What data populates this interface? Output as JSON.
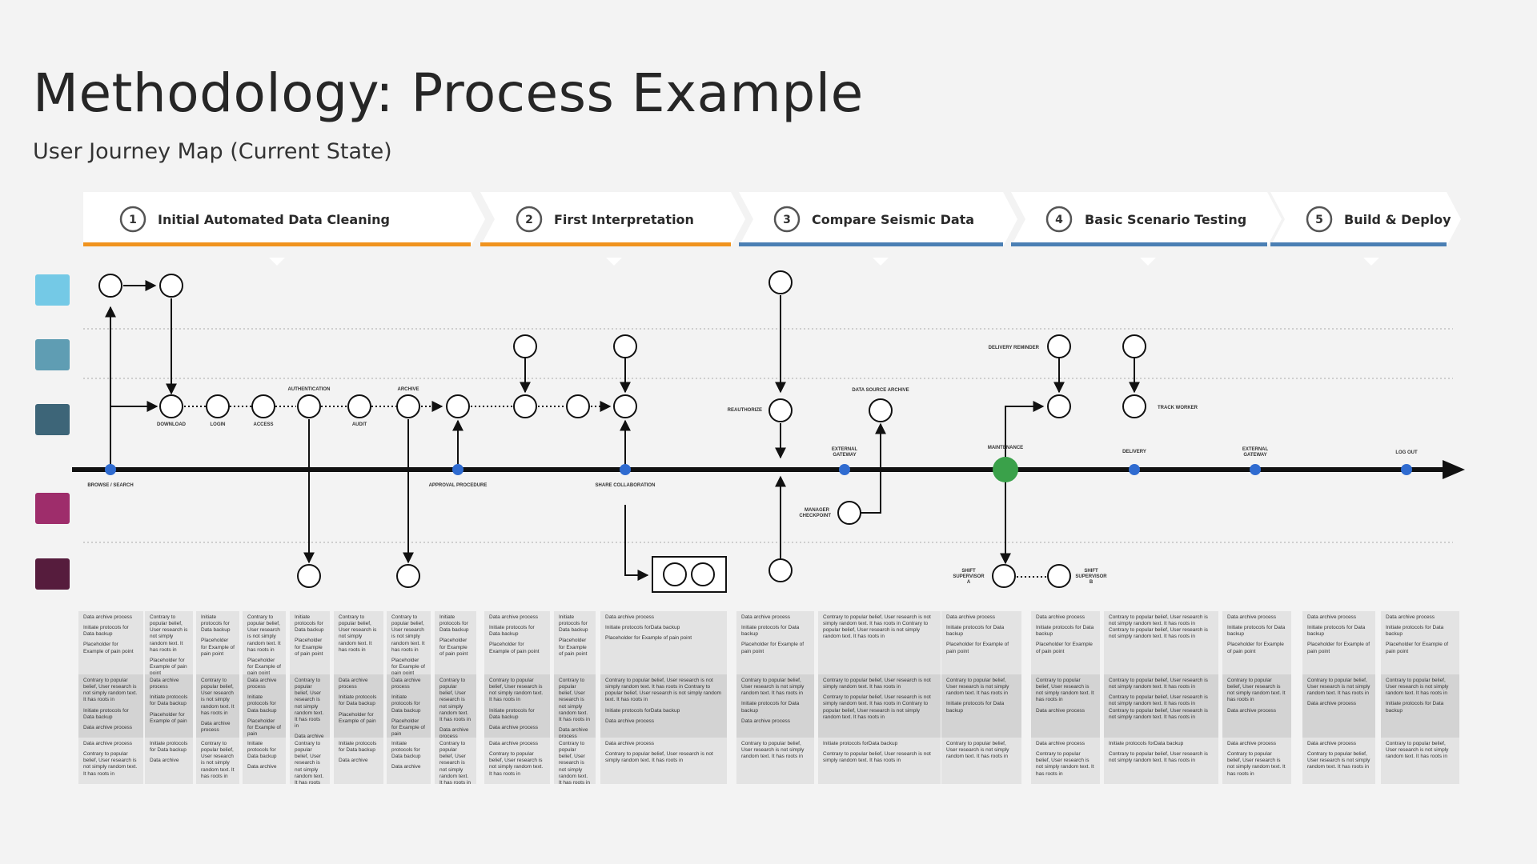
{
  "page": {
    "title": "Methodology: Process Example",
    "subtitle": "User Journey Map (Current State)"
  },
  "colors": {
    "background": "#f3f3f3",
    "orange": "#f0931e",
    "blue": "#4a7fb4",
    "dot_blue": "#2f6bd0",
    "milestone_green": "#3aa14a",
    "persona": [
      "#74c9e6",
      "#5f9db3",
      "#3d6578",
      "#9e2d6b",
      "#561c3d"
    ]
  },
  "stages": [
    {
      "num": "1",
      "label": "Initial Automated Data Cleaning"
    },
    {
      "num": "2",
      "label": "First Interpretation"
    },
    {
      "num": "3",
      "label": "Compare Seismic Data"
    },
    {
      "num": "4",
      "label": "Basic Scenario Testing"
    },
    {
      "num": "5",
      "label": "Build & Deploy"
    }
  ],
  "labels": {
    "download": "DOWNLOAD",
    "login": "LOGIN",
    "access": "ACCESS",
    "authentication": "AUTHENTICATION",
    "audit": "AUDIT",
    "archive": "ARCHIVE",
    "browse_search": "BROWSE / SEARCH",
    "approval_procedure": "APPROVAL PROCEDURE",
    "share_collaboration": "SHARE COLLABORATION",
    "reauthorize": "REAUTHORIZE",
    "data_source_archive": "DATA SOURCE ARCHIVE",
    "external_gateway_1a": "EXTERNAL",
    "external_gateway_1b": "GATEWAY",
    "manager_checkpoint_a": "MANAGER",
    "manager_checkpoint_b": "CHECKPOINT",
    "maintenance": "MAINTENANCE",
    "delivery_reminder": "DELIVERY REMINDER",
    "track_worker": "TRACK WORKER",
    "delivery": "DELIVERY",
    "external_gateway_2a": "EXTERNAL",
    "external_gateway_2b": "GATEWAY",
    "log_out": "LOG OUT",
    "shift_supervisor_a_1": "SHIFT",
    "shift_supervisor_a_2": "SUPERVISOR",
    "shift_supervisor_a_3": "A",
    "shift_supervisor_b_1": "SHIFT",
    "shift_supervisor_b_2": "SUPERVISOR",
    "shift_supervisor_b_3": "B"
  },
  "cards": [
    {
      "s1": [
        "Data archive process",
        "Initiate protocols for Data backup",
        "Placeholder for Example of pain point"
      ],
      "s2": [
        "Contrary to popular belief, User research is not simply random text. It has roots in",
        "Initiate protocols for Data backup",
        "Data archive process"
      ],
      "s3": [
        "Data archive process",
        "Contrary to popular belief, User research is not simply random text. It has roots in"
      ]
    },
    {
      "s1": [
        "Contrary to popular belief, User research is not simply random text. It has roots in",
        "Placeholder for Example of pain point"
      ],
      "s2": [
        "Data archive process",
        "Initiate protocols for Data backup",
        "Placeholder for Example of pain"
      ],
      "s3": [
        "Initiate protocols for Data backup",
        "Data archive"
      ]
    },
    {
      "s1": [
        "Initiate protocols for Data backup",
        "Placeholder for Example of pain point"
      ],
      "s2": [
        "Contrary to popular belief, User research is not simply random text. It has roots in",
        "Data archive process"
      ],
      "s3": [
        "Contrary to popular belief, User research is not simply random text. It has roots in"
      ]
    },
    {
      "s1": [
        "Contrary to popular belief, User research is not simply random text. It has roots in",
        "Placeholder for Example of pain point"
      ],
      "s2": [
        "Data archive process",
        "Initiate protocols for Data backup",
        "Placeholder for Example of pain"
      ],
      "s3": [
        "Initiate protocols for Data backup",
        "Data archive"
      ]
    },
    {
      "s1": [
        "Initiate protocols for Data backup",
        "Placeholder for Example of pain point"
      ],
      "s2": [
        "Contrary to popular belief, User research is not simply random text. It has roots in",
        "Data archive process"
      ],
      "s3": [
        "Contrary to popular belief, User research is not simply random text. It has roots in"
      ]
    },
    {
      "s1": [
        "Contrary to popular belief, User research is not simply random text. It has roots in"
      ],
      "s2": [
        "Data archive process",
        "Initiate protocols for Data backup",
        "Placeholder for Example of pain"
      ],
      "s3": [
        "Initiate protocols for Data backup",
        "Data archive"
      ]
    },
    {
      "s1": [
        "Contrary to popular belief, User research is not simply random text. It has roots in",
        "Placeholder for Example of pain point"
      ],
      "s2": [
        "Data archive process",
        "Initiate protocols for Data backup",
        "Placeholder for Example of pain"
      ],
      "s3": [
        "Initiate protocols for Data backup",
        "Data archive"
      ]
    },
    {
      "s1": [
        "Initiate protocols for Data backup",
        "Placeholder for Example of pain point"
      ],
      "s2": [
        "Contrary to popular belief, User research is not simply random text. It has roots in",
        "Data archive process"
      ],
      "s3": [
        "Contrary to popular belief, User research is not simply random text. It has roots in"
      ]
    },
    {
      "s1": [
        "Data archive process",
        "Initiate protocols for Data backup",
        "Placeholder for Example of pain point"
      ],
      "s2": [
        "Contrary to popular belief, User research is not simply random text. It has roots in",
        "Initiate protocols for Data backup",
        "Data archive process"
      ],
      "s3": [
        "Data archive process",
        "Contrary to popular belief, User research is not simply random text. It has roots in"
      ]
    },
    {
      "s1": [
        "Initiate protocols for Data backup",
        "Placeholder for Example of pain point"
      ],
      "s2": [
        "Contrary to popular belief, User research is not simply random text. It has roots in",
        "Data archive process"
      ],
      "s3": [
        "Contrary to popular belief, User research is not simply random text. It has roots in"
      ]
    },
    {
      "s1": [
        "Data archive process",
        "Initiate protocols forData backup",
        "Placeholder for Example of pain point"
      ],
      "s2": [
        "Contrary to popular belief, User research is not simply random text. It has roots in Contrary to popular belief, User research is not simply random text. It has roots in",
        "Initiate protocols forData backup",
        "Data archive process"
      ],
      "s3": [
        "Data archive process",
        "Contrary to popular belief, User research is not simply random text. It has roots in"
      ]
    },
    {
      "s1": [
        "Data archive process",
        "Initiate protocols for Data backup",
        "Placeholder for Example of pain point"
      ],
      "s2": [
        "Contrary to popular belief, User research is not simply random text. It has roots in",
        "Initiate protocols for Data backup",
        "Data archive process"
      ],
      "s3": [
        "Contrary to popular belief, User research is not simply random text. It has roots in"
      ]
    },
    {
      "s1": [
        "Contrary to popular belief, User research is not simply random text. It has roots in Contrary to popular belief, User research is not simply random text. It has roots in"
      ],
      "s2": [
        "Contrary to popular belief, User research is not simply random text. It has roots in",
        "Contrary to popular belief, User research is not simply random text. It has roots in Contrary to popular belief, User research is not simply random text. It has roots in"
      ],
      "s3": [
        "Initiate protocols forData backup",
        "Contrary to popular belief, User research is not simply random text. It has roots in"
      ]
    },
    {
      "s1": [
        "Data archive process",
        "Initiate protocols for Data backup",
        "Placeholder for Example of pain point"
      ],
      "s2": [
        "Contrary to popular belief, User research is not simply random text. It has roots in",
        "Initiate protocols for Data backup"
      ],
      "s3": [
        "Contrary to popular belief, User research is not simply random text. It has roots in"
      ]
    },
    {
      "s1": [
        "Data archive process",
        "Initiate protocols for Data backup",
        "Placeholder for Example of pain point"
      ],
      "s2": [
        "Contrary to popular belief, User research is not simply random text. It has roots in",
        "Data archive process"
      ],
      "s3": [
        "Data archive process",
        "Contrary to popular belief, User research is not simply random text. It has roots in"
      ]
    },
    {
      "s1": [
        "Contrary to popular belief, User research is not simply random text. It has roots in Contrary to popular belief, User research is not simply random text. It has roots in"
      ],
      "s2": [
        "Contrary to popular belief, User research is not simply random text. It has roots in",
        "Contrary to popular belief, User research is not simply random text. It has roots in Contrary to popular belief, User research is not simply random text. It has roots in"
      ],
      "s3": [
        "Initiate protocols forData backup",
        "Contrary to popular belief, User research is not simply random text. It has roots in"
      ]
    },
    {
      "s1": [
        "Data archive process",
        "Initiate protocols for Data backup",
        "Placeholder for Example of pain point"
      ],
      "s2": [
        "Contrary to popular belief, User research is not simply random text. It has roots in",
        "Data archive process"
      ],
      "s3": [
        "Data archive process",
        "Contrary to popular belief, User research is not simply random text. It has roots in"
      ]
    },
    {
      "s1": [
        "Data archive process",
        "Initiate protocols for Data backup",
        "Placeholder for Example of pain point"
      ],
      "s2": [
        "Contrary to popular belief, User research is not simply random text. It has roots in",
        "Data archive process"
      ],
      "s3": [
        "Data archive process",
        "Contrary to popular belief, User research is not simply random text. It has roots in"
      ]
    },
    {
      "s1": [
        "Data archive process",
        "Initiate protocols for Data backup",
        "Placeholder for Example of pain point"
      ],
      "s2": [
        "Contrary to popular belief, User research is not simply random text. It has roots in",
        "Initiate protocols for Data backup"
      ],
      "s3": [
        "Contrary to popular belief, User research is not simply random text. It has roots in"
      ]
    }
  ]
}
